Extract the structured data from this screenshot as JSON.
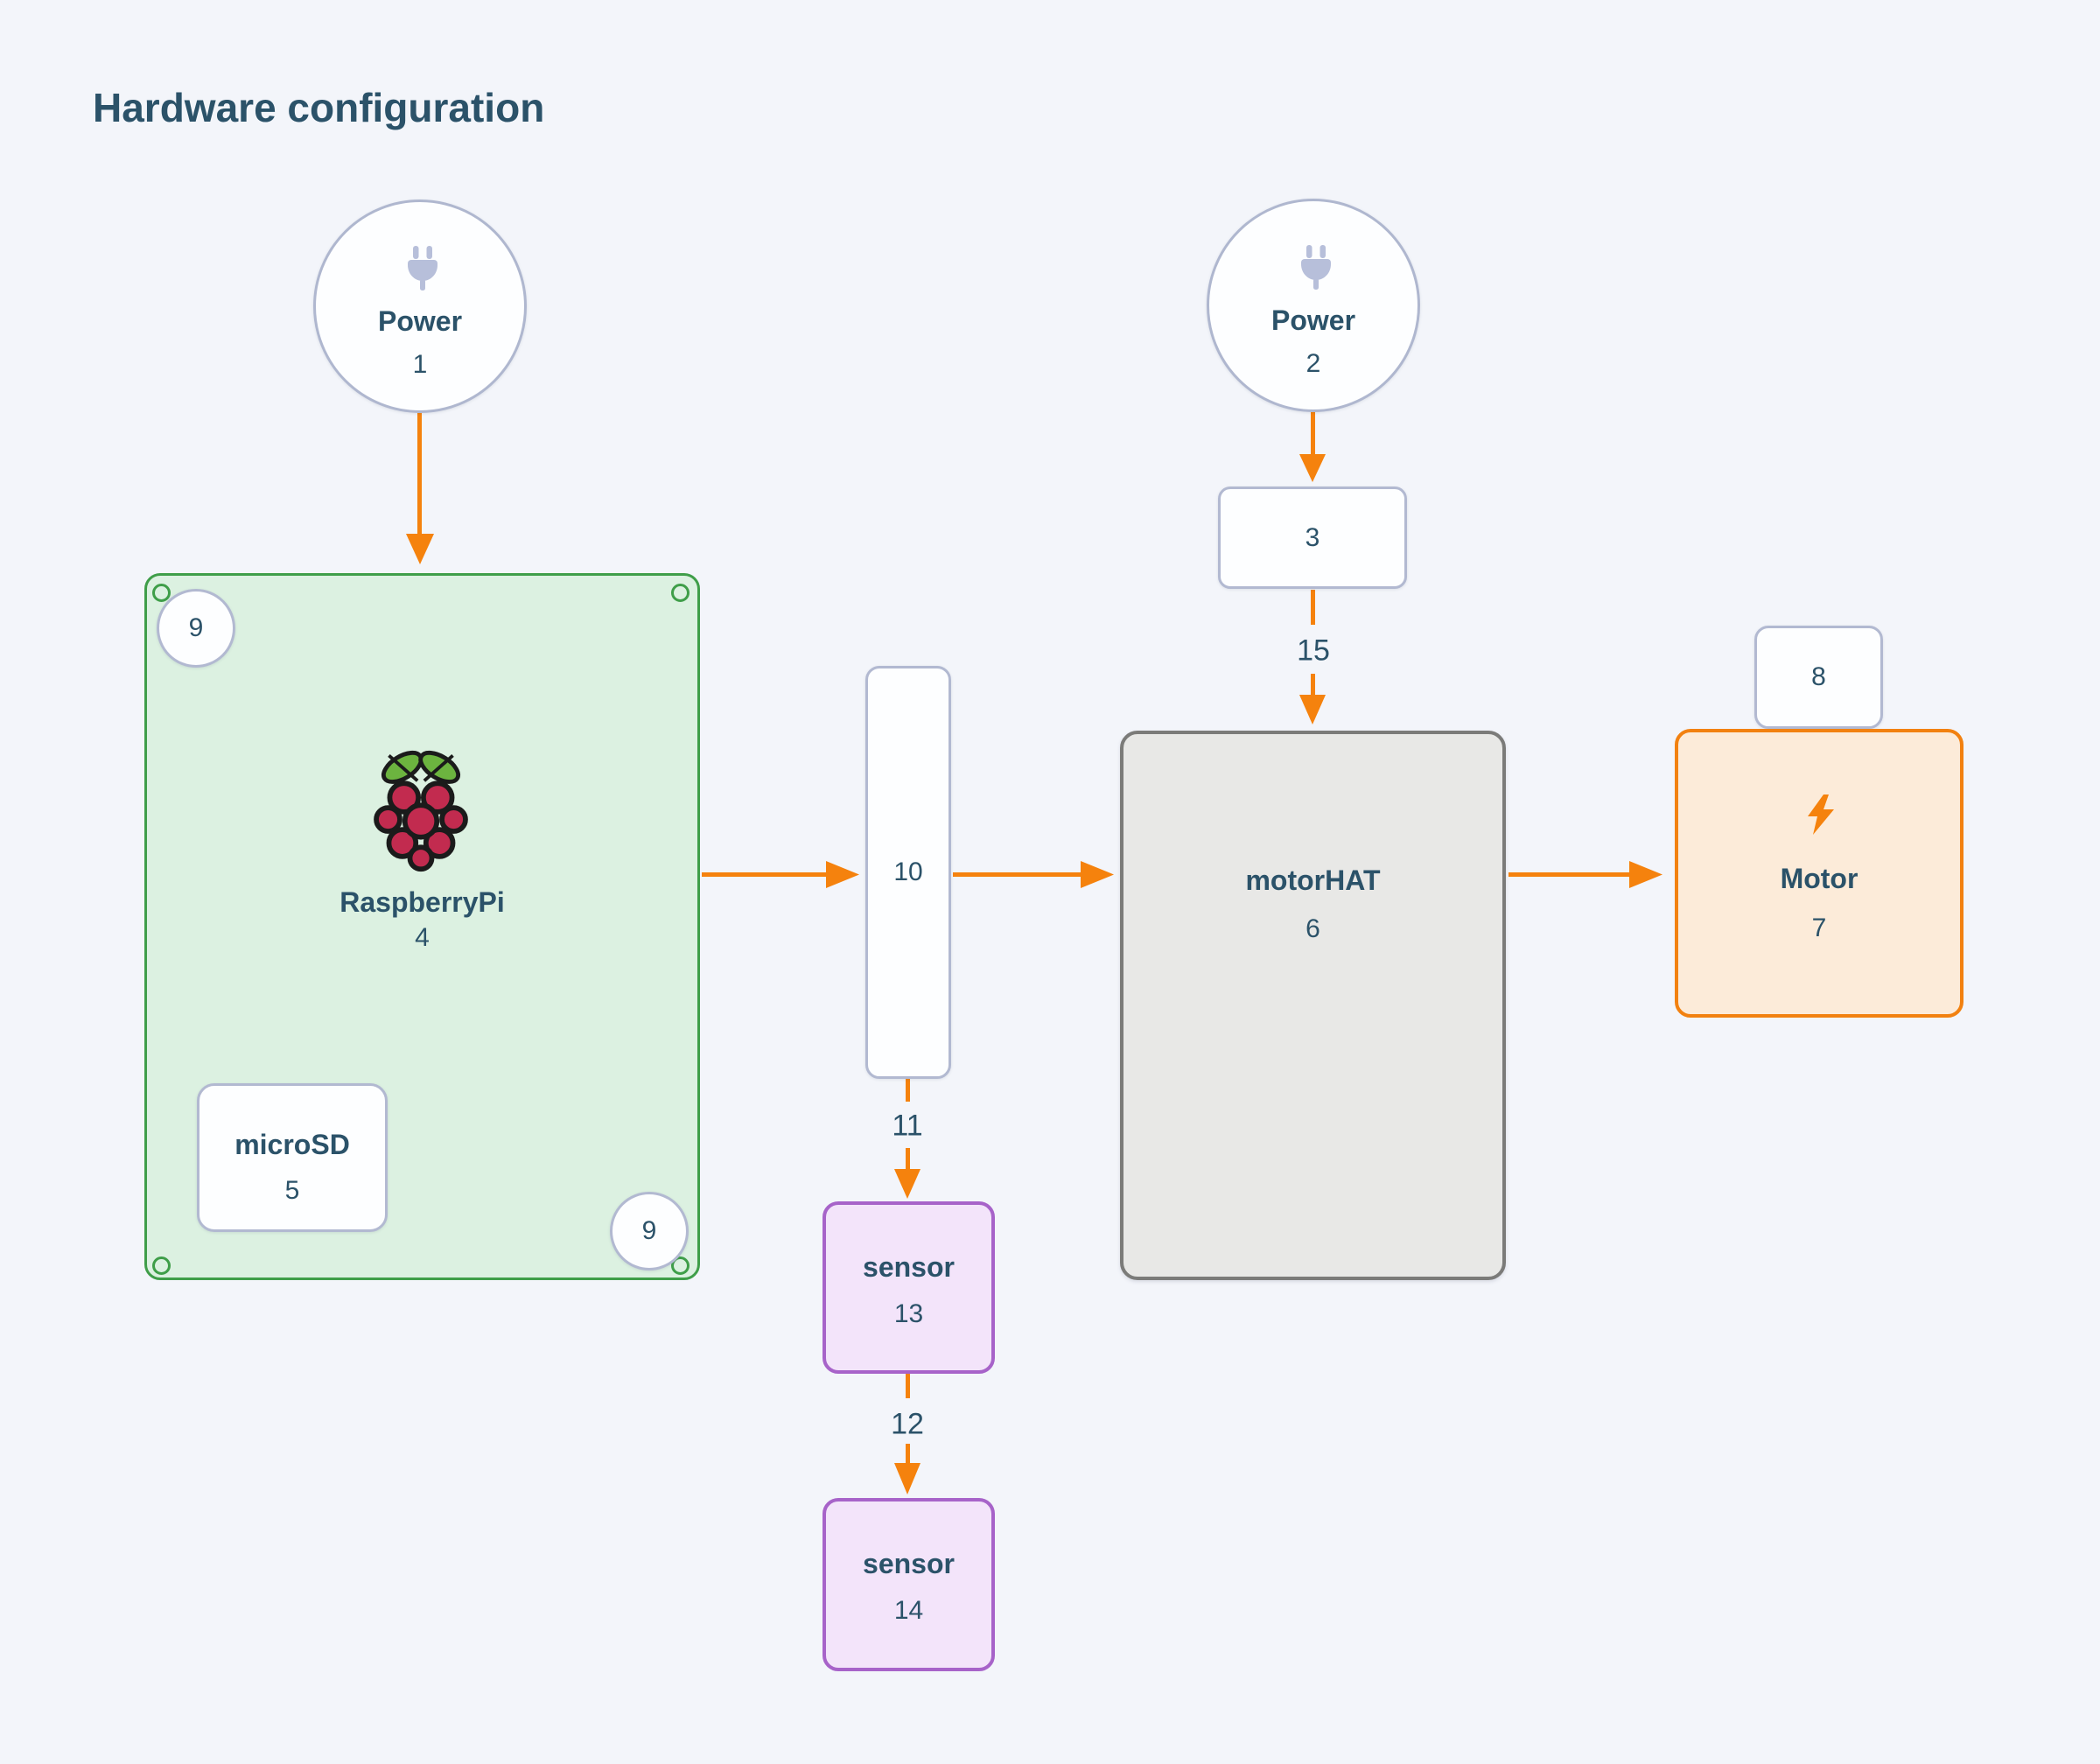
{
  "title": "Hardware configuration",
  "nodes": {
    "power1": {
      "label": "Power",
      "number": "1"
    },
    "power2": {
      "label": "Power",
      "number": "2"
    },
    "box3": {
      "number": "3"
    },
    "raspberrypi": {
      "label": "RaspberryPi",
      "number": "4"
    },
    "microsd": {
      "label": "microSD",
      "number": "5"
    },
    "motorhat": {
      "label": "motorHAT",
      "number": "6"
    },
    "motor": {
      "label": "Motor",
      "number": "7"
    },
    "box8": {
      "number": "8"
    },
    "pin9_top": {
      "number": "9"
    },
    "pin9_bottom": {
      "number": "9"
    },
    "box10": {
      "number": "10"
    },
    "sensor13": {
      "label": "sensor",
      "number": "13"
    },
    "sensor14": {
      "label": "sensor",
      "number": "14"
    }
  },
  "edges": {
    "label11": "11",
    "label12": "12",
    "label15": "15"
  },
  "icons": {
    "power1": "plug-icon",
    "power2": "plug-icon",
    "raspberrypi": "raspberry-pi-logo-icon",
    "motor": "lightning-bolt-icon",
    "corners": "screw-hole-icon"
  },
  "colors": {
    "background": "#F3F5FA",
    "text": "#2B5269",
    "arrow_orange": "#F5820D",
    "green_border": "#3F9E49",
    "green_fill": "#DCF1E1",
    "lavender_border": "#B2B9D1",
    "node_fill": "#FDFEFF",
    "gray_border": "#7B7B79",
    "gray_fill": "#E8E8E6",
    "purple_border": "#A763C9",
    "purple_fill": "#F3E4FA",
    "motor_border": "#F28110",
    "motor_fill": "#FCEBD9",
    "plug_icon": "#B7BFDA",
    "berry_red": "#C22B4F",
    "leaf_green": "#6CB43F"
  }
}
